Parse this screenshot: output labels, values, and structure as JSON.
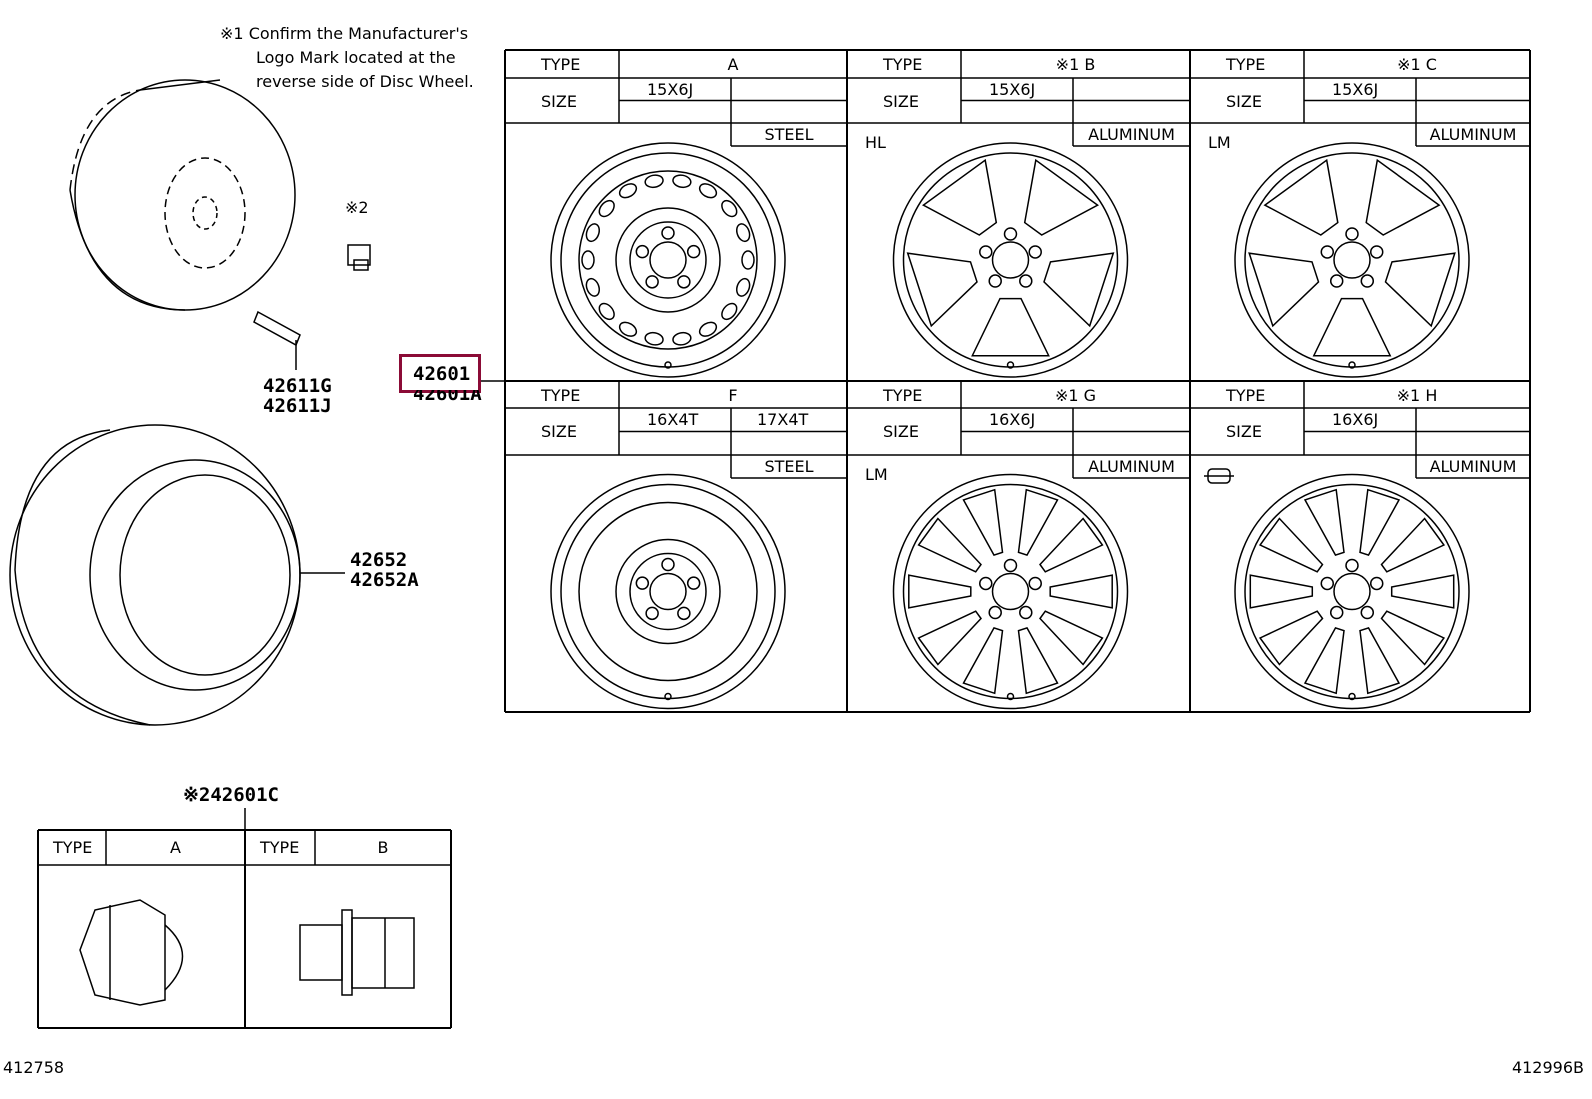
{
  "note": {
    "mark": "※1",
    "lines": [
      "Confirm the Manufacturer's",
      "Logo Mark located at the",
      "reverse side of Disc Wheel."
    ]
  },
  "part_numbers": {
    "valve_mark": "※2",
    "valve": [
      "42611G",
      "42611J"
    ],
    "wheel": "42601",
    "wheel_alt": "42601A",
    "tire": [
      "42652",
      "42652A"
    ],
    "nut": "※242601C"
  },
  "highlight_color": "#8b0b36",
  "wheel_table": {
    "type_label": "TYPE",
    "size_label": "SIZE",
    "cells": [
      {
        "type": "A",
        "sizes": [
          "15X6J",
          ""
        ],
        "material": "STEEL",
        "logo": ""
      },
      {
        "type": "※1  B",
        "sizes": [
          "15X6J",
          ""
        ],
        "material": "ALUMINUM",
        "logo": "HL"
      },
      {
        "type": "※1  C",
        "sizes": [
          "15X6J",
          ""
        ],
        "material": "ALUMINUM",
        "logo": "LM"
      },
      {
        "type": "F",
        "sizes": [
          "16X4T",
          "17X4T"
        ],
        "material": "STEEL",
        "logo": ""
      },
      {
        "type": "※1  G",
        "sizes": [
          "16X6J",
          ""
        ],
        "material": "ALUMINUM",
        "logo": "LM"
      },
      {
        "type": "※1  H",
        "sizes": [
          "16X6J",
          ""
        ],
        "material": "ALUMINUM",
        "logo": "logo-mark-icon"
      }
    ]
  },
  "nut_table": {
    "type_label": "TYPE",
    "types": [
      "A",
      "B"
    ]
  },
  "footer": {
    "left": "412758",
    "right": "412996B"
  }
}
